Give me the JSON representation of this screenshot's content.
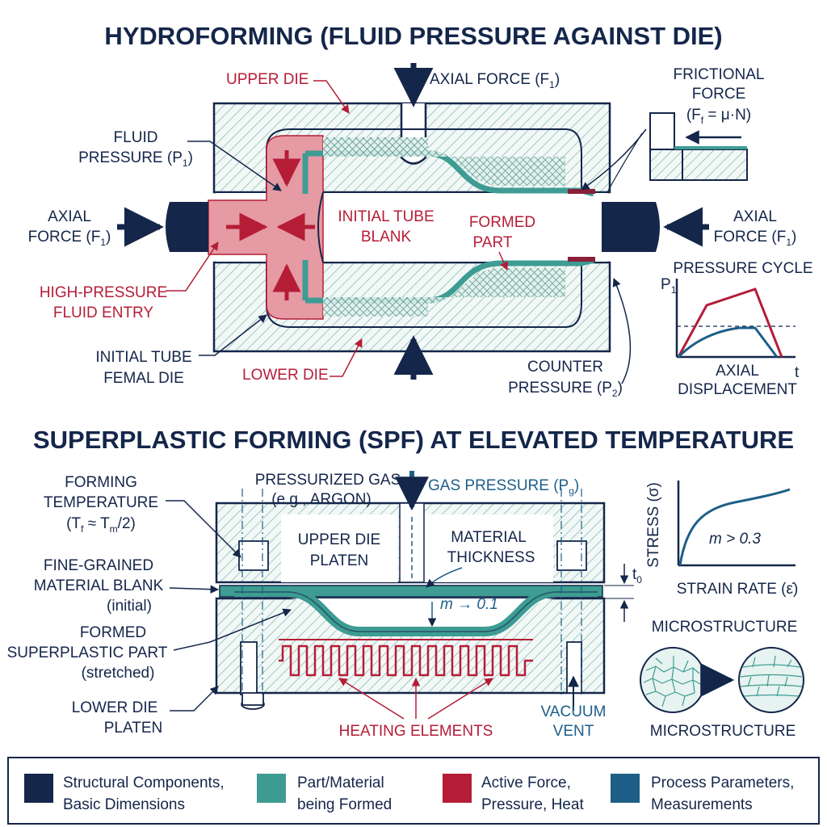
{
  "colors": {
    "navy": "#14264a",
    "teal": "#3e9c93",
    "red": "#b51d36",
    "blue": "#1d5f88",
    "fluid": "#e59aa4",
    "hatch": "#7fb5ad"
  },
  "hydro": {
    "title": "HYDROFORMING (FLUID PRESSURE AGAINST DIE)",
    "upper_die": "UPPER DIE",
    "axial_force_top": "AXIAL FORCE (F",
    "axial_sub": "1",
    "frictional_force_l1": "FRICTIONAL",
    "frictional_force_l2": "FORCE",
    "frictional_force_l3a": "(F",
    "frictional_force_sub": "f",
    "frictional_force_l3b": " = μ·N)",
    "fluid_pressure_l1": "FLUID",
    "fluid_pressure_l2": "PRESSURE (P",
    "fluid_pressure_sub": "1",
    "axial_left_l1": "AXIAL",
    "axial_left_l2": "FORCE (F",
    "axial_right_l1": "AXIAL",
    "axial_right_l2": "FORCE (F",
    "initial_blank_l1": "INITIAL TUBE",
    "initial_blank_l2": "BLANK",
    "formed_part_l1": "FORMED",
    "formed_part_l2": "PART",
    "hp_entry_l1": "HIGH-PRESSURE",
    "hp_entry_l2": "FLUID ENTRY",
    "initial_die_l1": "INITIAL TUBE",
    "initial_die_l2": "FEMAL DIE",
    "lower_die": "LOWER DIE",
    "counter_l1": "COUNTER",
    "counter_l2": "PRESSURE (P",
    "counter_sub": "2",
    "close_paren": ")"
  },
  "pressure_chart": {
    "ylabel": "P",
    "ylabel_sub": "1",
    "title": "PRESSURE CYCLE",
    "t_label": "t",
    "xlabel_l1": "AXIAL",
    "xlabel_l2": "DISPLACEMENT"
  },
  "spf": {
    "title": "SUPERPLASTIC FORMING (SPF) AT ELEVATED TEMPERATURE",
    "forming_temp_l1": "FORMING",
    "forming_temp_l2": "TEMPERATURE",
    "forming_temp_l3": "(T",
    "forming_temp_sub1": "f",
    "forming_temp_mid": " ≈ T",
    "forming_temp_sub2": "m",
    "forming_temp_end": "/2)",
    "pressurized_gas_l1": "PRESSURIZED GAS",
    "pressurized_gas_l2": "(e.g., ARGON)",
    "gas_pressure": "GAS PRESSURE (P",
    "gas_pressure_sub": "g",
    "upper_platen_l1": "UPPER DIE",
    "upper_platen_l2": "PLATEN",
    "material_thickness_l1": "MATERIAL",
    "material_thickness_l2": "THICKNESS",
    "t0": "t",
    "t0_sub": "0",
    "blank_l1": "FINE-GRAINED",
    "blank_l2": "MATERIAL BLANK",
    "blank_l3": "(initial)",
    "m_value": "m → 0.1",
    "formed_l1": "FORMED",
    "formed_l2": "SUPERPLASTIC PART",
    "formed_l3": "(stretched)",
    "lower_platen_l1": "LOWER DIE",
    "lower_platen_l2": "PLATEN",
    "heating": "HEATING ELEMENTS",
    "vacuum_l1": "VACUUM",
    "vacuum_l2": "VENT"
  },
  "stress_chart": {
    "ylabel": "STRESS (σ)",
    "annotation": "m > 0.3",
    "xlabel": "STRAIN RATE (ε̇)"
  },
  "microstructure": {
    "top": "MICROSTRUCTURE",
    "bottom": "MICROSTRUCTURE"
  },
  "legend": [
    {
      "color": "#14264a",
      "l1": "Structural Components,",
      "l2": "Basic Dimensions"
    },
    {
      "color": "#3e9c93",
      "l1": "Part/Material",
      "l2": "being Formed"
    },
    {
      "color": "#b51d36",
      "l1": "Active Force,",
      "l2": "Pressure, Heat"
    },
    {
      "color": "#1d5f88",
      "l1": "Process Parameters,",
      "l2": "Measurements"
    }
  ]
}
